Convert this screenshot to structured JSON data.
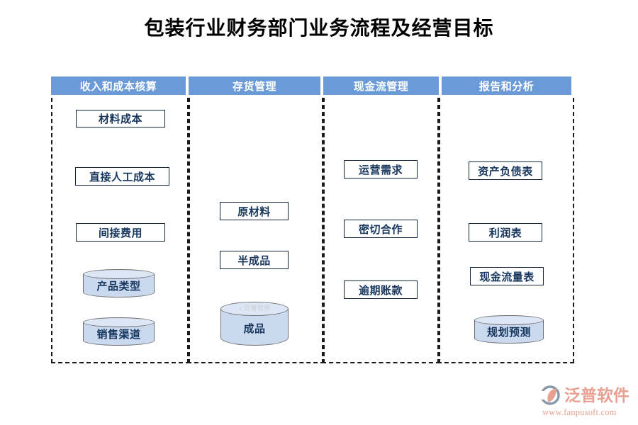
{
  "page": {
    "title": "包装行业财务部门业务流程及经营目标",
    "header_color": "#6A9AD8",
    "node_text_color": "#17365D",
    "cylinder_fill": "#CAD9EE",
    "logo_color": "#E8A090"
  },
  "diagram": {
    "type": "swimlane-flowchart",
    "columns": [
      {
        "header": "收入和成本核算",
        "nodes": [
          {
            "label": "材料成本",
            "shape": "rect"
          },
          {
            "label": "直接人工成本",
            "shape": "rect"
          },
          {
            "label": "间接费用",
            "shape": "rect"
          },
          {
            "label": "产品类型",
            "shape": "cylinder"
          },
          {
            "label": "销售渠道",
            "shape": "cylinder"
          }
        ]
      },
      {
        "header": "存货管理",
        "nodes": [
          {
            "label": "原材料",
            "shape": "rect"
          },
          {
            "label": "半成品",
            "shape": "rect"
          },
          {
            "label": "成品",
            "shape": "cylinder"
          }
        ]
      },
      {
        "header": "现金流管理",
        "nodes": [
          {
            "label": "运营需求",
            "shape": "rect"
          },
          {
            "label": "密切合作",
            "shape": "rect"
          },
          {
            "label": "逾期账款",
            "shape": "rect"
          }
        ]
      },
      {
        "header": "报告和分析",
        "nodes": [
          {
            "label": "资产负债表",
            "shape": "rect"
          },
          {
            "label": "利润表",
            "shape": "rect"
          },
          {
            "label": "现金流量表",
            "shape": "rect"
          },
          {
            "label": "规划预测",
            "shape": "cylinder"
          }
        ]
      }
    ]
  },
  "watermark": {
    "text": "泛普软件"
  },
  "logo": {
    "name": "泛普软件",
    "url": "www.fanpusoft.com"
  }
}
